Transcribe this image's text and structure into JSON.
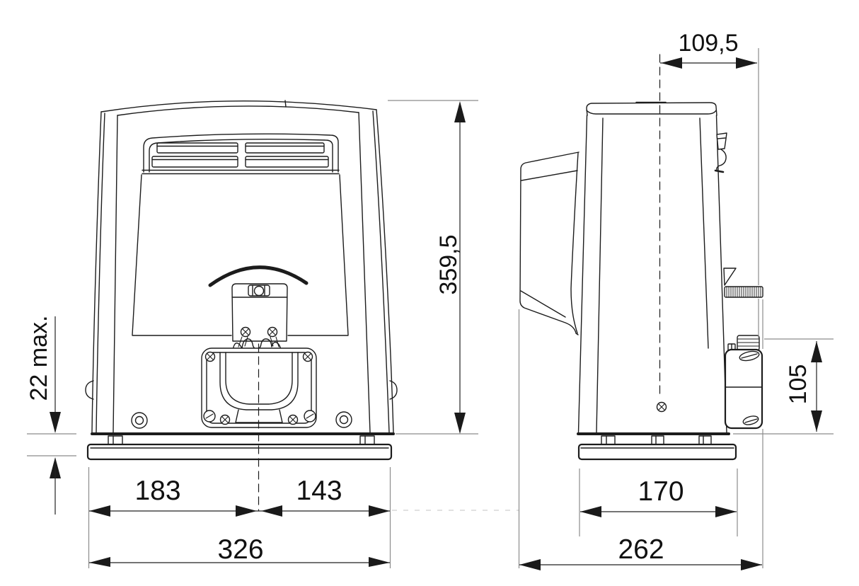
{
  "colors": {
    "line": "#1c1c1c",
    "extension_line": "#8c8c8c",
    "text": "#111111",
    "background": "#ffffff"
  },
  "front_view": {
    "labels": {
      "overall_height": "359,5",
      "clearance": "22 max.",
      "left_offset": "183",
      "right_offset": "143",
      "overall_width": "326"
    }
  },
  "side_view": {
    "labels": {
      "top_offset": "109,5",
      "gearbox_height": "105",
      "plate_depth": "170",
      "overall_depth": "262"
    }
  }
}
